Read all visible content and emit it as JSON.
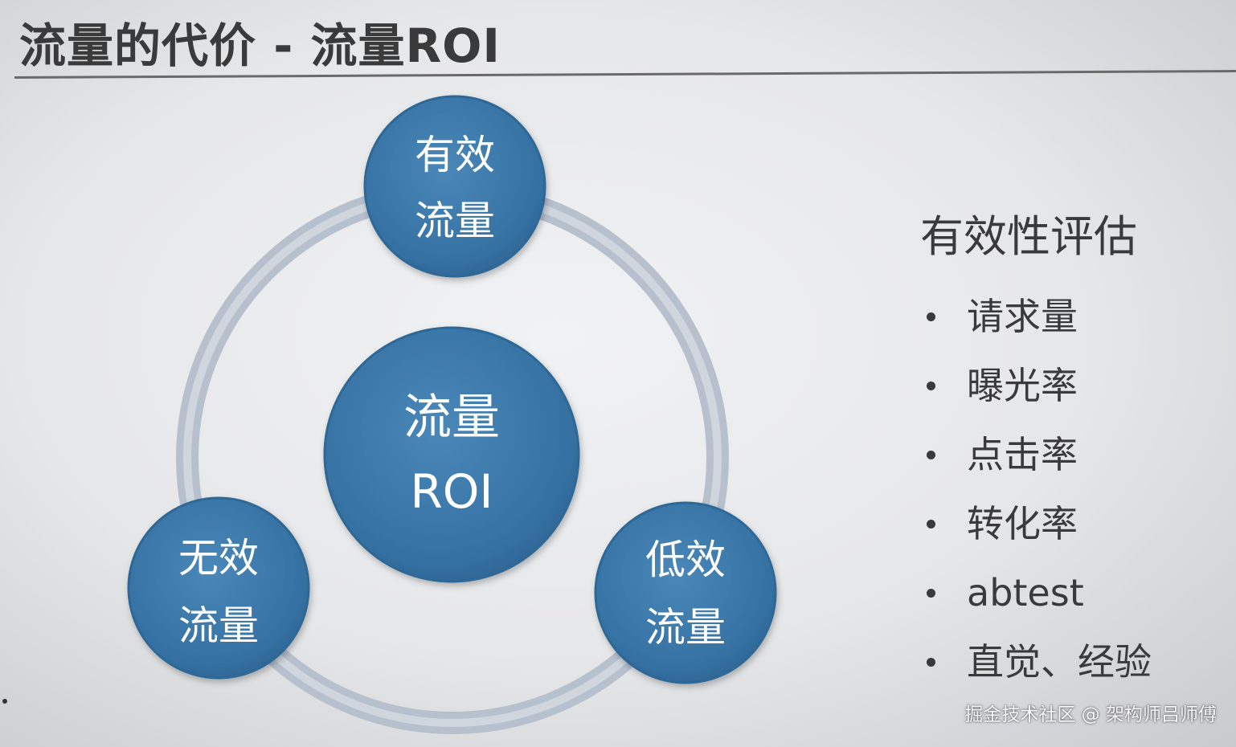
{
  "title": "流量的代价 - 流量ROI",
  "diagram": {
    "center": {
      "line1": "流量",
      "line2": "ROI"
    },
    "nodes": [
      {
        "line1": "有效",
        "line2": "流量"
      },
      {
        "line1": "无效",
        "line2": "流量"
      },
      {
        "line1": "低效",
        "line2": "流量"
      }
    ]
  },
  "side_panel": {
    "heading": "有效性评估",
    "items": [
      "请求量",
      "曝光率",
      "点击率",
      "转化率",
      "abtest",
      "直觉、经验"
    ]
  },
  "watermark": "掘金技术社区 @ 架构师吕师傅",
  "colors": {
    "node_fill": "#3b78a8",
    "ring": "#b9c3cf",
    "text_dark": "#3a3a3a"
  }
}
